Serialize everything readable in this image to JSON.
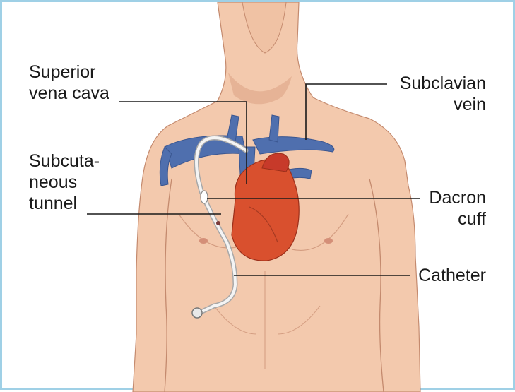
{
  "labels": {
    "superior_vena_cava": [
      "Superior",
      "vena cava"
    ],
    "subclavian_vein": [
      "Subclavian",
      "vein"
    ],
    "subcutaneous_tunnel": [
      "Subcuta-",
      "neous",
      "tunnel"
    ],
    "dacron_cuff": [
      "Dacron",
      "cuff"
    ],
    "catheter": [
      "Catheter"
    ]
  },
  "colors": {
    "skin": "#f3c9ad",
    "skin_shadow": "#d99e82",
    "vein_blue": "#4f6fae",
    "heart_red": "#d9502e",
    "aorta_red": "#c73a2a",
    "catheter": "#f4f4f4",
    "frame": "#9fd0e6"
  }
}
